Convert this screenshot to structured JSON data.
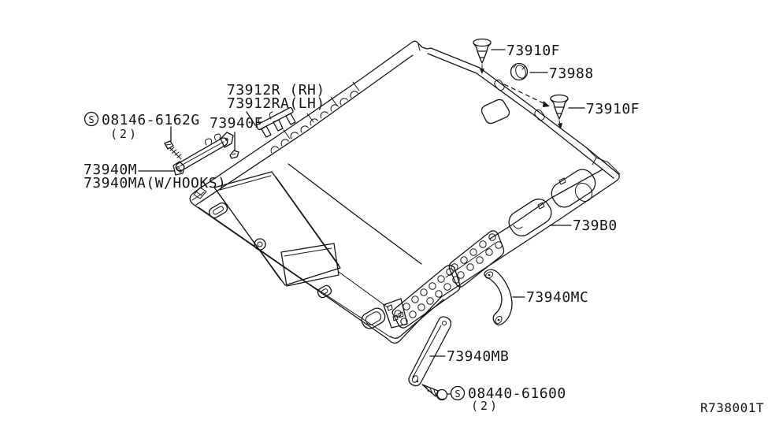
{
  "diagram": {
    "ref_code": "R738001T",
    "colors": {
      "line": "#151515",
      "background": "#ffffff"
    },
    "labels": {
      "visor_rod_rh": "73912R (RH)",
      "visor_rod_lh": "73912RA(LH)",
      "screw_front_symbol": "S",
      "screw_front": "08146-6162G",
      "screw_front_qty": "(2)",
      "clip": "73940F",
      "grab_handle": "73940M",
      "grab_handle_hooks": "73940MA(W/HOOKS)",
      "pin_upper": "73910F",
      "grommet": "73988",
      "pin_lower": "73910F",
      "side_trim": "739B0",
      "assist_grip_rear": "73940MC",
      "assist_grip_side": "73940MB",
      "screw_rear_symbol": "S",
      "screw_rear": "08440-61600",
      "screw_rear_qty": "(2)"
    }
  }
}
